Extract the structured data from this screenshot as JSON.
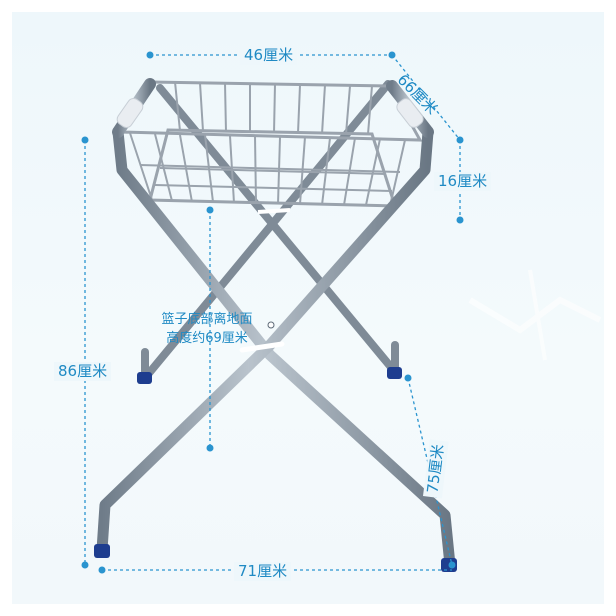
{
  "dimensions": {
    "width_top": "46厘米",
    "depth": "66厘米",
    "basket_depth": "16厘米",
    "total_height": "86厘米",
    "leg_length": "75厘米",
    "base_width": "71厘米",
    "basket_height_line1": "篮子底部离地面",
    "basket_height_line2": "高度约69厘米"
  },
  "colors": {
    "accent": "#1f8ac4",
    "frame": "#8e9aa6",
    "basket": "#9aa3ad",
    "foot": "#1e3d8f"
  }
}
